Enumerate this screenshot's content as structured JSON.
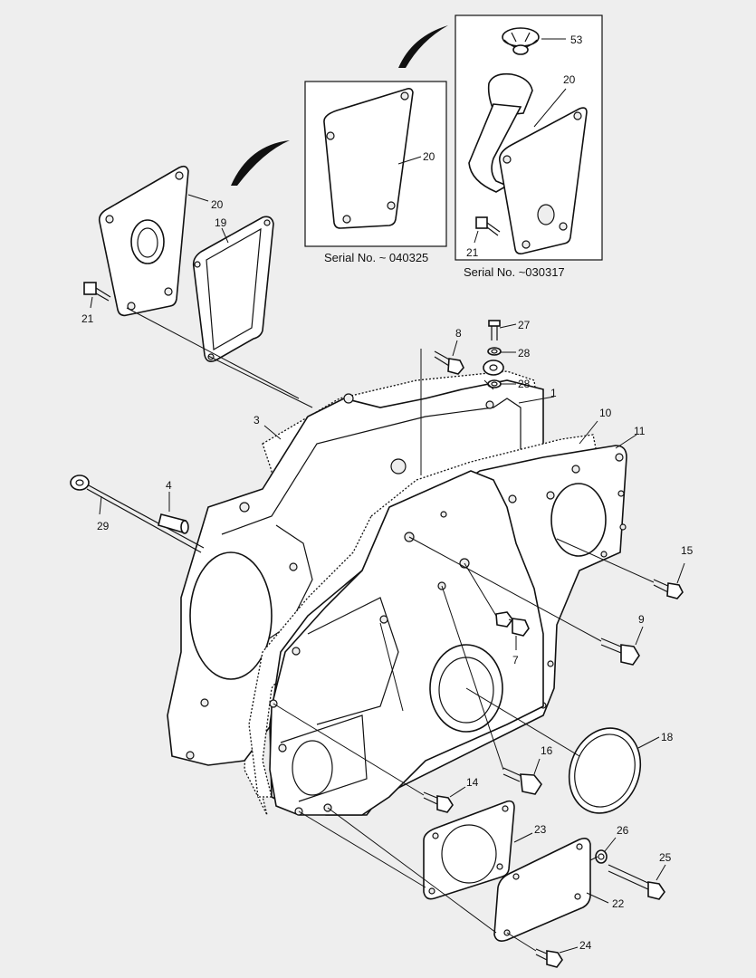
{
  "diagram": {
    "insets": [
      {
        "caption": "Serial No.  ~ 040325"
      },
      {
        "caption": "Serial No. ~030317"
      }
    ],
    "callouts": {
      "c53": "53",
      "c20a": "20",
      "c21a": "21",
      "c20b": "20",
      "c20c": "20",
      "c19": "19",
      "c21b": "21",
      "c27": "27",
      "c28a": "28",
      "c8": "8",
      "c28b": "28",
      "c1": "1",
      "c3": "3",
      "c10": "10",
      "c11": "11",
      "c4": "4",
      "c29": "29",
      "c15": "15",
      "c9": "9",
      "c7": "7",
      "c18": "18",
      "c16": "16",
      "c14": "14",
      "c23": "23",
      "c26": "26",
      "c25": "25",
      "c22": "22",
      "c24": "24"
    }
  }
}
